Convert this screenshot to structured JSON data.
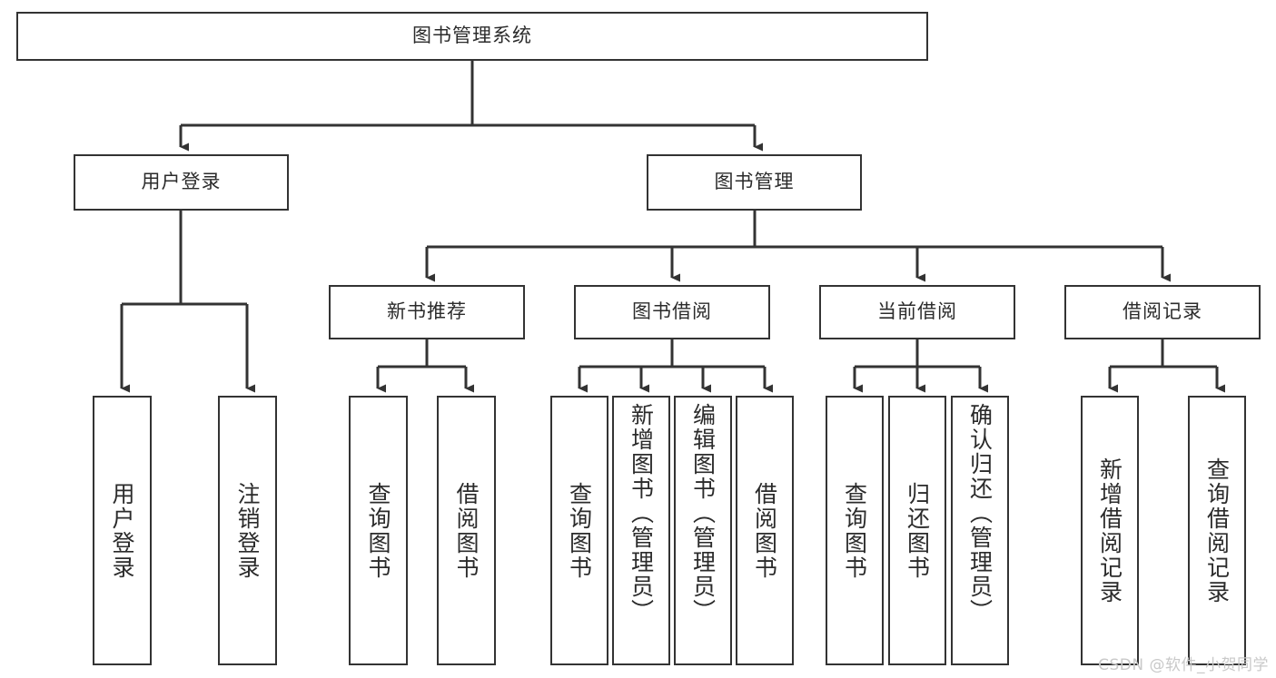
{
  "diagram": {
    "type": "tree",
    "title": "图书管理系统",
    "watermark": "CSDN @软件_小贺同学",
    "colors": {
      "stroke": "#333333",
      "fill": "#ffffff",
      "text": "#2b2b2b",
      "watermark": "#c9c9c9"
    },
    "nodes": {
      "root": {
        "label": "图书管理系统"
      },
      "level2": [
        {
          "id": "user-login",
          "label": "用户登录"
        },
        {
          "id": "book-manage",
          "label": "图书管理"
        }
      ],
      "level3": [
        {
          "id": "new-book-recommend",
          "label": "新书推荐"
        },
        {
          "id": "book-borrow",
          "label": "图书借阅"
        },
        {
          "id": "current-borrow",
          "label": "当前借阅"
        },
        {
          "id": "borrow-record",
          "label": "借阅记录"
        }
      ],
      "leaves": [
        {
          "id": "leaf-user-login",
          "label": "用户登录",
          "parent": "user-login"
        },
        {
          "id": "leaf-logout-login",
          "label": "注销登录",
          "parent": "user-login"
        },
        {
          "id": "leaf-query-book-1",
          "label": "查询图书",
          "parent": "new-book-recommend"
        },
        {
          "id": "leaf-borrow-book-1",
          "label": "借阅图书",
          "parent": "new-book-recommend"
        },
        {
          "id": "leaf-query-book-2",
          "label": "查询图书",
          "parent": "book-borrow"
        },
        {
          "id": "leaf-add-book",
          "label": "新增图书（管理员）",
          "parent": "book-borrow"
        },
        {
          "id": "leaf-edit-book",
          "label": "编辑图书（管理员）",
          "parent": "book-borrow"
        },
        {
          "id": "leaf-borrow-book-2",
          "label": "借阅图书",
          "parent": "book-borrow"
        },
        {
          "id": "leaf-query-book-3",
          "label": "查询图书",
          "parent": "current-borrow"
        },
        {
          "id": "leaf-return-book",
          "label": "归还图书",
          "parent": "current-borrow"
        },
        {
          "id": "leaf-confirm-return",
          "label": "确认归还（管理员）",
          "parent": "current-borrow"
        },
        {
          "id": "leaf-add-record",
          "label": "新增借阅记录",
          "parent": "borrow-record"
        },
        {
          "id": "leaf-query-record",
          "label": "查询借阅记录",
          "parent": "borrow-record"
        }
      ]
    }
  }
}
